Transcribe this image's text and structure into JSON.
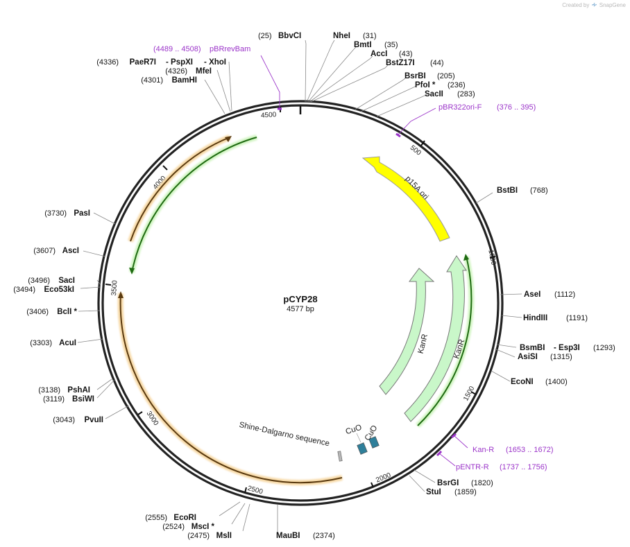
{
  "credit": {
    "text": "Created by",
    "brand": "SnapGene"
  },
  "plasmid": {
    "name": "pCYP28",
    "length_label": "4577 bp",
    "length": 4577
  },
  "ticks": [
    "500",
    "1000",
    "1500",
    "2000",
    "2500",
    "3000",
    "3500",
    "4000",
    "4500"
  ],
  "enzymes": [
    {
      "id": "bbvci",
      "name": "BbvCI",
      "pos": "(25)"
    },
    {
      "id": "nhei",
      "name": "NheI",
      "pos": "(31)"
    },
    {
      "id": "bmti",
      "name": "BmtI",
      "pos": "(35)"
    },
    {
      "id": "acci",
      "name": "AccI",
      "pos": "(43)"
    },
    {
      "id": "bstz17i",
      "name": "BstZ17I",
      "pos": "(44)"
    },
    {
      "id": "bsrbi",
      "name": "BsrBI",
      "pos": "(205)"
    },
    {
      "id": "pfoi",
      "name": "PfoI *",
      "pos": "(236)"
    },
    {
      "id": "sacii",
      "name": "SacII",
      "pos": "(283)"
    },
    {
      "id": "bstbi",
      "name": "BstBI",
      "pos": "(768)"
    },
    {
      "id": "asei",
      "name": "AseI",
      "pos": "(1112)"
    },
    {
      "id": "hindiii",
      "name": "HindIII",
      "pos": "(1191)"
    },
    {
      "id": "bsmbi",
      "name": "BsmBI",
      "pos": "(1293)"
    },
    {
      "id": "esp3i",
      "name": "- Esp3I",
      "pos": ""
    },
    {
      "id": "asisi",
      "name": "AsiSI",
      "pos": "(1315)"
    },
    {
      "id": "econi",
      "name": "EcoNI",
      "pos": "(1400)"
    },
    {
      "id": "bsrgi",
      "name": "BsrGI",
      "pos": "(1820)"
    },
    {
      "id": "stui",
      "name": "StuI",
      "pos": "(1859)"
    },
    {
      "id": "maubi",
      "name": "MauBI",
      "pos": "(2374)"
    },
    {
      "id": "msli",
      "name": "MslI",
      "pos": "(2475)"
    },
    {
      "id": "msci",
      "name": "MscI *",
      "pos": "(2524)"
    },
    {
      "id": "ecori",
      "name": "EcoRI",
      "pos": "(2555)"
    },
    {
      "id": "pvuii",
      "name": "PvuII",
      "pos": "(3043)"
    },
    {
      "id": "bsiwi",
      "name": "BsiWI",
      "pos": "(3119)"
    },
    {
      "id": "pshai",
      "name": "PshAI",
      "pos": "(3138)"
    },
    {
      "id": "acui",
      "name": "AcuI",
      "pos": "(3303)"
    },
    {
      "id": "bcli",
      "name": "BclI *",
      "pos": "(3406)"
    },
    {
      "id": "eco53ki",
      "name": "Eco53kI",
      "pos": "(3494)"
    },
    {
      "id": "saci",
      "name": "SacI",
      "pos": "(3496)"
    },
    {
      "id": "asci",
      "name": "AscI",
      "pos": "(3607)"
    },
    {
      "id": "pasi",
      "name": "PasI",
      "pos": "(3730)"
    },
    {
      "id": "bamhi",
      "name": "BamHI",
      "pos": "(4301)"
    },
    {
      "id": "mfei",
      "name": "MfeI",
      "pos": "(4326)"
    },
    {
      "id": "paer7i",
      "name": "PaeR7I",
      "pos": "(4336)"
    },
    {
      "id": "pspxi",
      "name": "- PspXI",
      "pos": ""
    },
    {
      "id": "xhoi",
      "name": "- XhoI",
      "pos": ""
    }
  ],
  "primers": [
    {
      "id": "pbrrevbam",
      "name": "pBRrevBam",
      "range": "(4489 .. 4508)"
    },
    {
      "id": "pbr322ori",
      "name": "pBR322ori-F",
      "range": "(376 .. 395)"
    },
    {
      "id": "kanr-primer",
      "name": "Kan-R",
      "range": "(1653 .. 1672)"
    },
    {
      "id": "pentr",
      "name": "pENTR-R",
      "range": "(1737 .. 1756)"
    }
  ],
  "features": {
    "p15a": "p15A ori",
    "kanr_1": "KanR",
    "kanr_2": "KanR",
    "cuo_1": "CuO",
    "cuo_2": "CuO",
    "shine": "Shine-Dalgarno sequence"
  },
  "colors": {
    "backbone": "#222222",
    "p15a": "#ffff00",
    "kanr": "#c9f7c9",
    "orange": "#e8a13a",
    "green": "#2e8b1a",
    "primer": "#9b34c9",
    "cuo": "#2e7f9a"
  }
}
